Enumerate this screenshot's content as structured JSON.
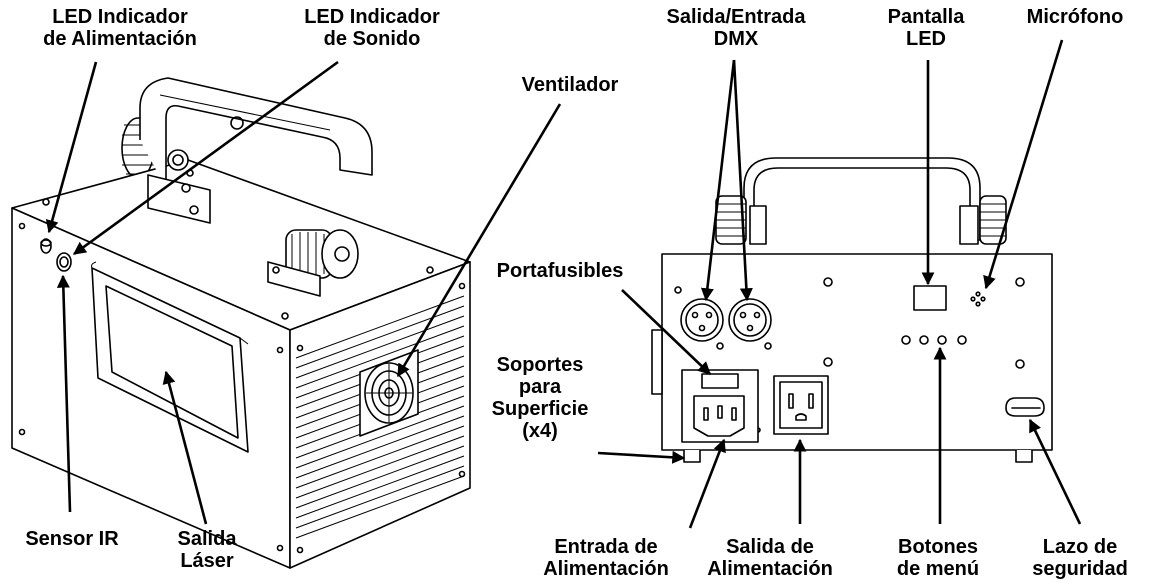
{
  "labels": {
    "led_power_1": "LED Indicador",
    "led_power_2": "de Alimentación",
    "led_sound_1": "LED Indicador",
    "led_sound_2": "de Sonido",
    "ventilador": "Ventilador",
    "dmx_1": "Salida/Entrada",
    "dmx_2": "DMX",
    "pantalla_1": "Pantalla",
    "pantalla_2": "LED",
    "microfono": "Micrófono",
    "portafusibles": "Portafusibles",
    "soportes_1": "Soportes",
    "soportes_2": "para",
    "soportes_3": "Superficie",
    "soportes_4": "(x4)",
    "sensor_ir": "Sensor IR",
    "salida_laser_1": "Salida",
    "salida_laser_2": "Láser",
    "entrada_alim_1": "Entrada de",
    "entrada_alim_2": "Alimentación",
    "salida_alim_1": "Salida de",
    "salida_alim_2": "Alimentación",
    "botones_1": "Botones",
    "botones_2": "de menú",
    "lazo_1": "Lazo de",
    "lazo_2": "seguridad"
  }
}
